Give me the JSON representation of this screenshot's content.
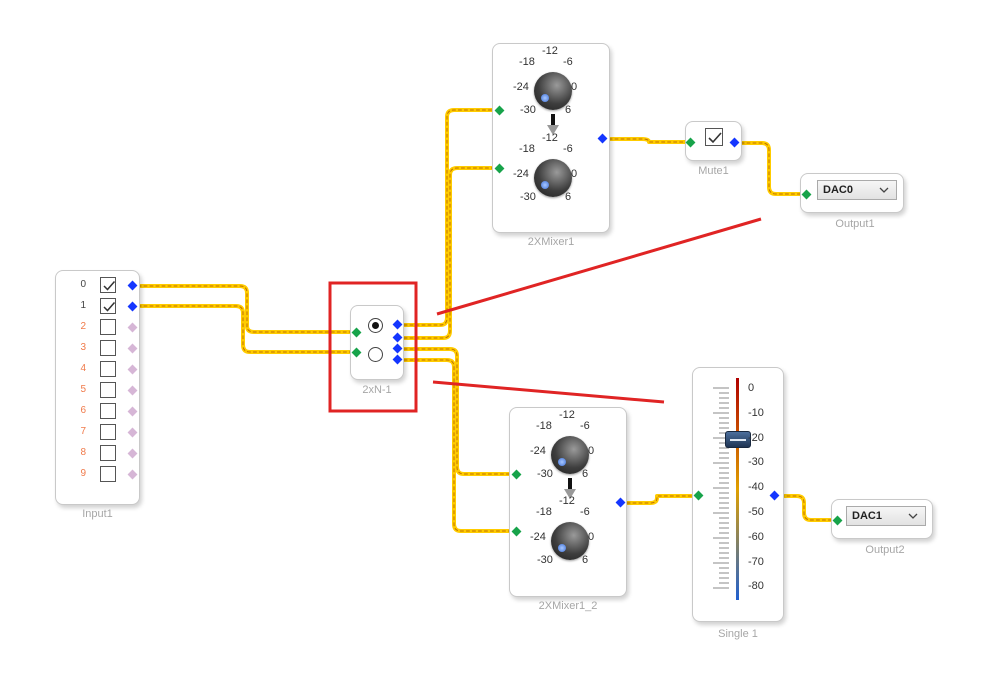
{
  "input1": {
    "label": "Input1",
    "rows": [
      {
        "index": "0",
        "checked": true
      },
      {
        "index": "1",
        "checked": true
      },
      {
        "index": "2",
        "checked": false
      },
      {
        "index": "3",
        "checked": false
      },
      {
        "index": "4",
        "checked": false
      },
      {
        "index": "5",
        "checked": false
      },
      {
        "index": "6",
        "checked": false
      },
      {
        "index": "7",
        "checked": false
      },
      {
        "index": "8",
        "checked": false
      },
      {
        "index": "9",
        "checked": false
      }
    ]
  },
  "switch": {
    "label": "2xN-1",
    "selected_option": 0
  },
  "mixer1": {
    "label": "2XMixer1"
  },
  "mixer2": {
    "label": "2XMixer1_2"
  },
  "knob_scale": [
    "-12",
    "-18",
    "-6",
    "-24",
    "0",
    "-30",
    "6"
  ],
  "mute": {
    "label": "Mute1",
    "checked": true
  },
  "output1": {
    "label": "Output1",
    "value": "DAC0"
  },
  "output2": {
    "label": "Output2",
    "value": "DAC1"
  },
  "fader": {
    "label": "Single 1",
    "scale": [
      "0",
      "-10",
      "-20",
      "-30",
      "-40",
      "-50",
      "-60",
      "-70",
      "-80"
    ],
    "level_db": -20
  },
  "colors": {
    "wire": "#ffcc00",
    "wire_dash": "#d08000",
    "annotation": "#e02424",
    "input_pin": "#17a34a",
    "output_pin": "#1436ff",
    "disabled_pin": "#d6b6d6",
    "active_index": "#444444",
    "inactive_index": "#f07a4a"
  }
}
